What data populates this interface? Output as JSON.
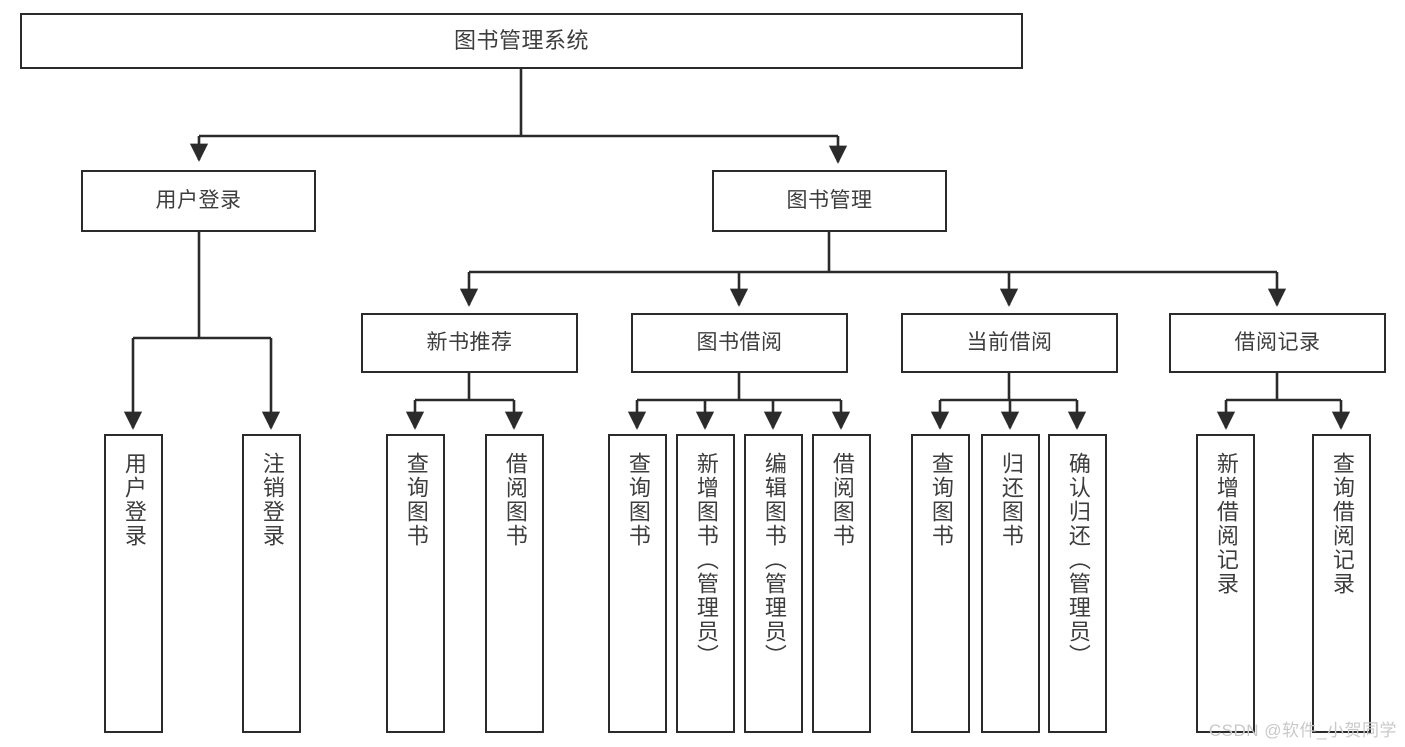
{
  "diagram": {
    "title": "图书管理系统",
    "type": "tree-hierarchy-diagram",
    "colors": {
      "box_border": "#2b2b2b",
      "box_fill": "#ffffff",
      "edge": "#2b2b2b",
      "text": "#3d3d3d",
      "background": "#ffffff",
      "watermark": "#c9c9c9"
    },
    "watermark": "CSDN @软件_小贺同学",
    "levels": {
      "root": {
        "label": "图书管理系统"
      },
      "level2": [
        {
          "label": "用户登录"
        },
        {
          "label": "图书管理"
        }
      ],
      "level3": [
        {
          "label": "新书推荐"
        },
        {
          "label": "图书借阅"
        },
        {
          "label": "当前借阅"
        },
        {
          "label": "借阅记录"
        }
      ],
      "leaves": {
        "user_login": [
          {
            "label": "用户登录"
          },
          {
            "label": "注销登录"
          }
        ],
        "new_book_recommend": [
          {
            "label": "查询图书"
          },
          {
            "label": "借阅图书"
          }
        ],
        "book_borrow": [
          {
            "label": "查询图书"
          },
          {
            "label": "新增图书（管理员）"
          },
          {
            "label": "编辑图书（管理员）"
          },
          {
            "label": "借阅图书"
          }
        ],
        "current_borrow": [
          {
            "label": "查询图书"
          },
          {
            "label": "归还图书"
          },
          {
            "label": "确认归还（管理员）"
          }
        ],
        "borrow_record": [
          {
            "label": "新增借阅记录"
          },
          {
            "label": "查询借阅记录"
          }
        ]
      }
    }
  }
}
